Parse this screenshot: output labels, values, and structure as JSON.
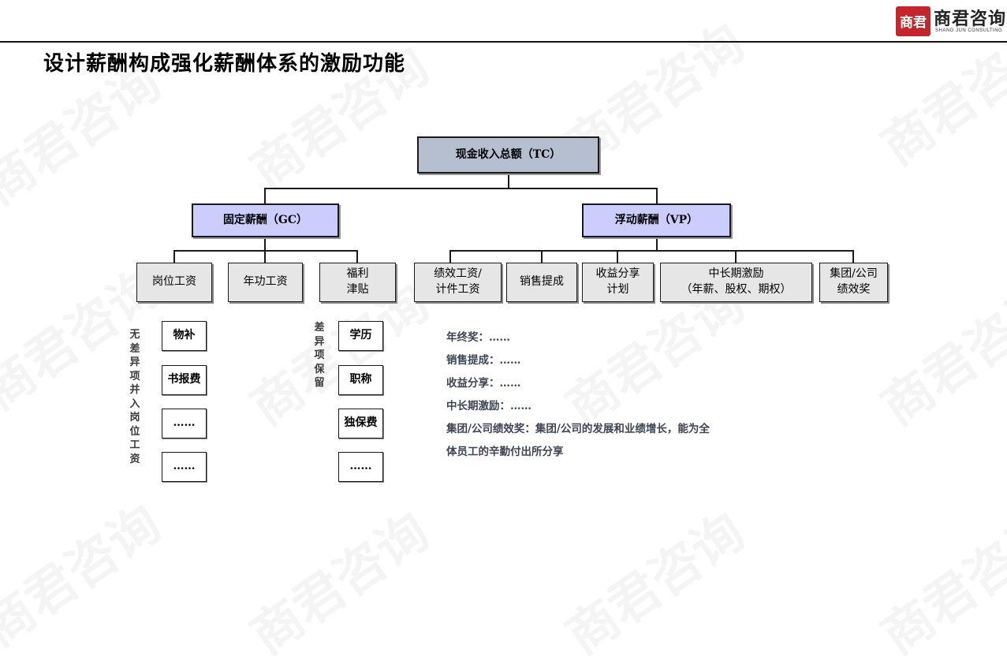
{
  "header": {
    "title": "设计薪酬构成强化薪酬体系的激励功能",
    "logo_mark": "商君",
    "logo_cn": "商君咨询",
    "logo_en": "SHANG JUN CONSULTING"
  },
  "colors": {
    "top_box": "#b5bfd0",
    "level2_box": "#ccccff",
    "level3_box": "#e6e6e6",
    "note_text": "#3d4456",
    "logo_red": "#c1272d"
  },
  "tree": {
    "root": "现金收入总额（TC）",
    "fixed": "固定薪酬（GC）",
    "variable": "浮动薪酬（VP）",
    "fixed_children": [
      "岗位工资",
      "年功工资",
      "福利\n津贴"
    ],
    "variable_children": [
      "绩效工资/\n计件工资",
      "销售提成",
      "收益分享\n计划",
      "中长期激励\n（年薪、股权、期权）",
      "集团/公司\n绩效奖"
    ]
  },
  "left_group": {
    "label": "无差异项并入岗位工资",
    "items": [
      "物补",
      "书报费",
      "……",
      "……"
    ]
  },
  "mid_group": {
    "label": "差异项保留",
    "items": [
      "学历",
      "职称",
      "独保费",
      "……"
    ]
  },
  "notes": [
    "年终奖：……",
    "销售提成：……",
    "收益分享：……",
    "中长期激励：……",
    "集团/公司绩效奖：集团/公司的发展和业绩增长，能为全",
    "体员工的辛勤付出所分享"
  ],
  "watermark": "商君咨询"
}
